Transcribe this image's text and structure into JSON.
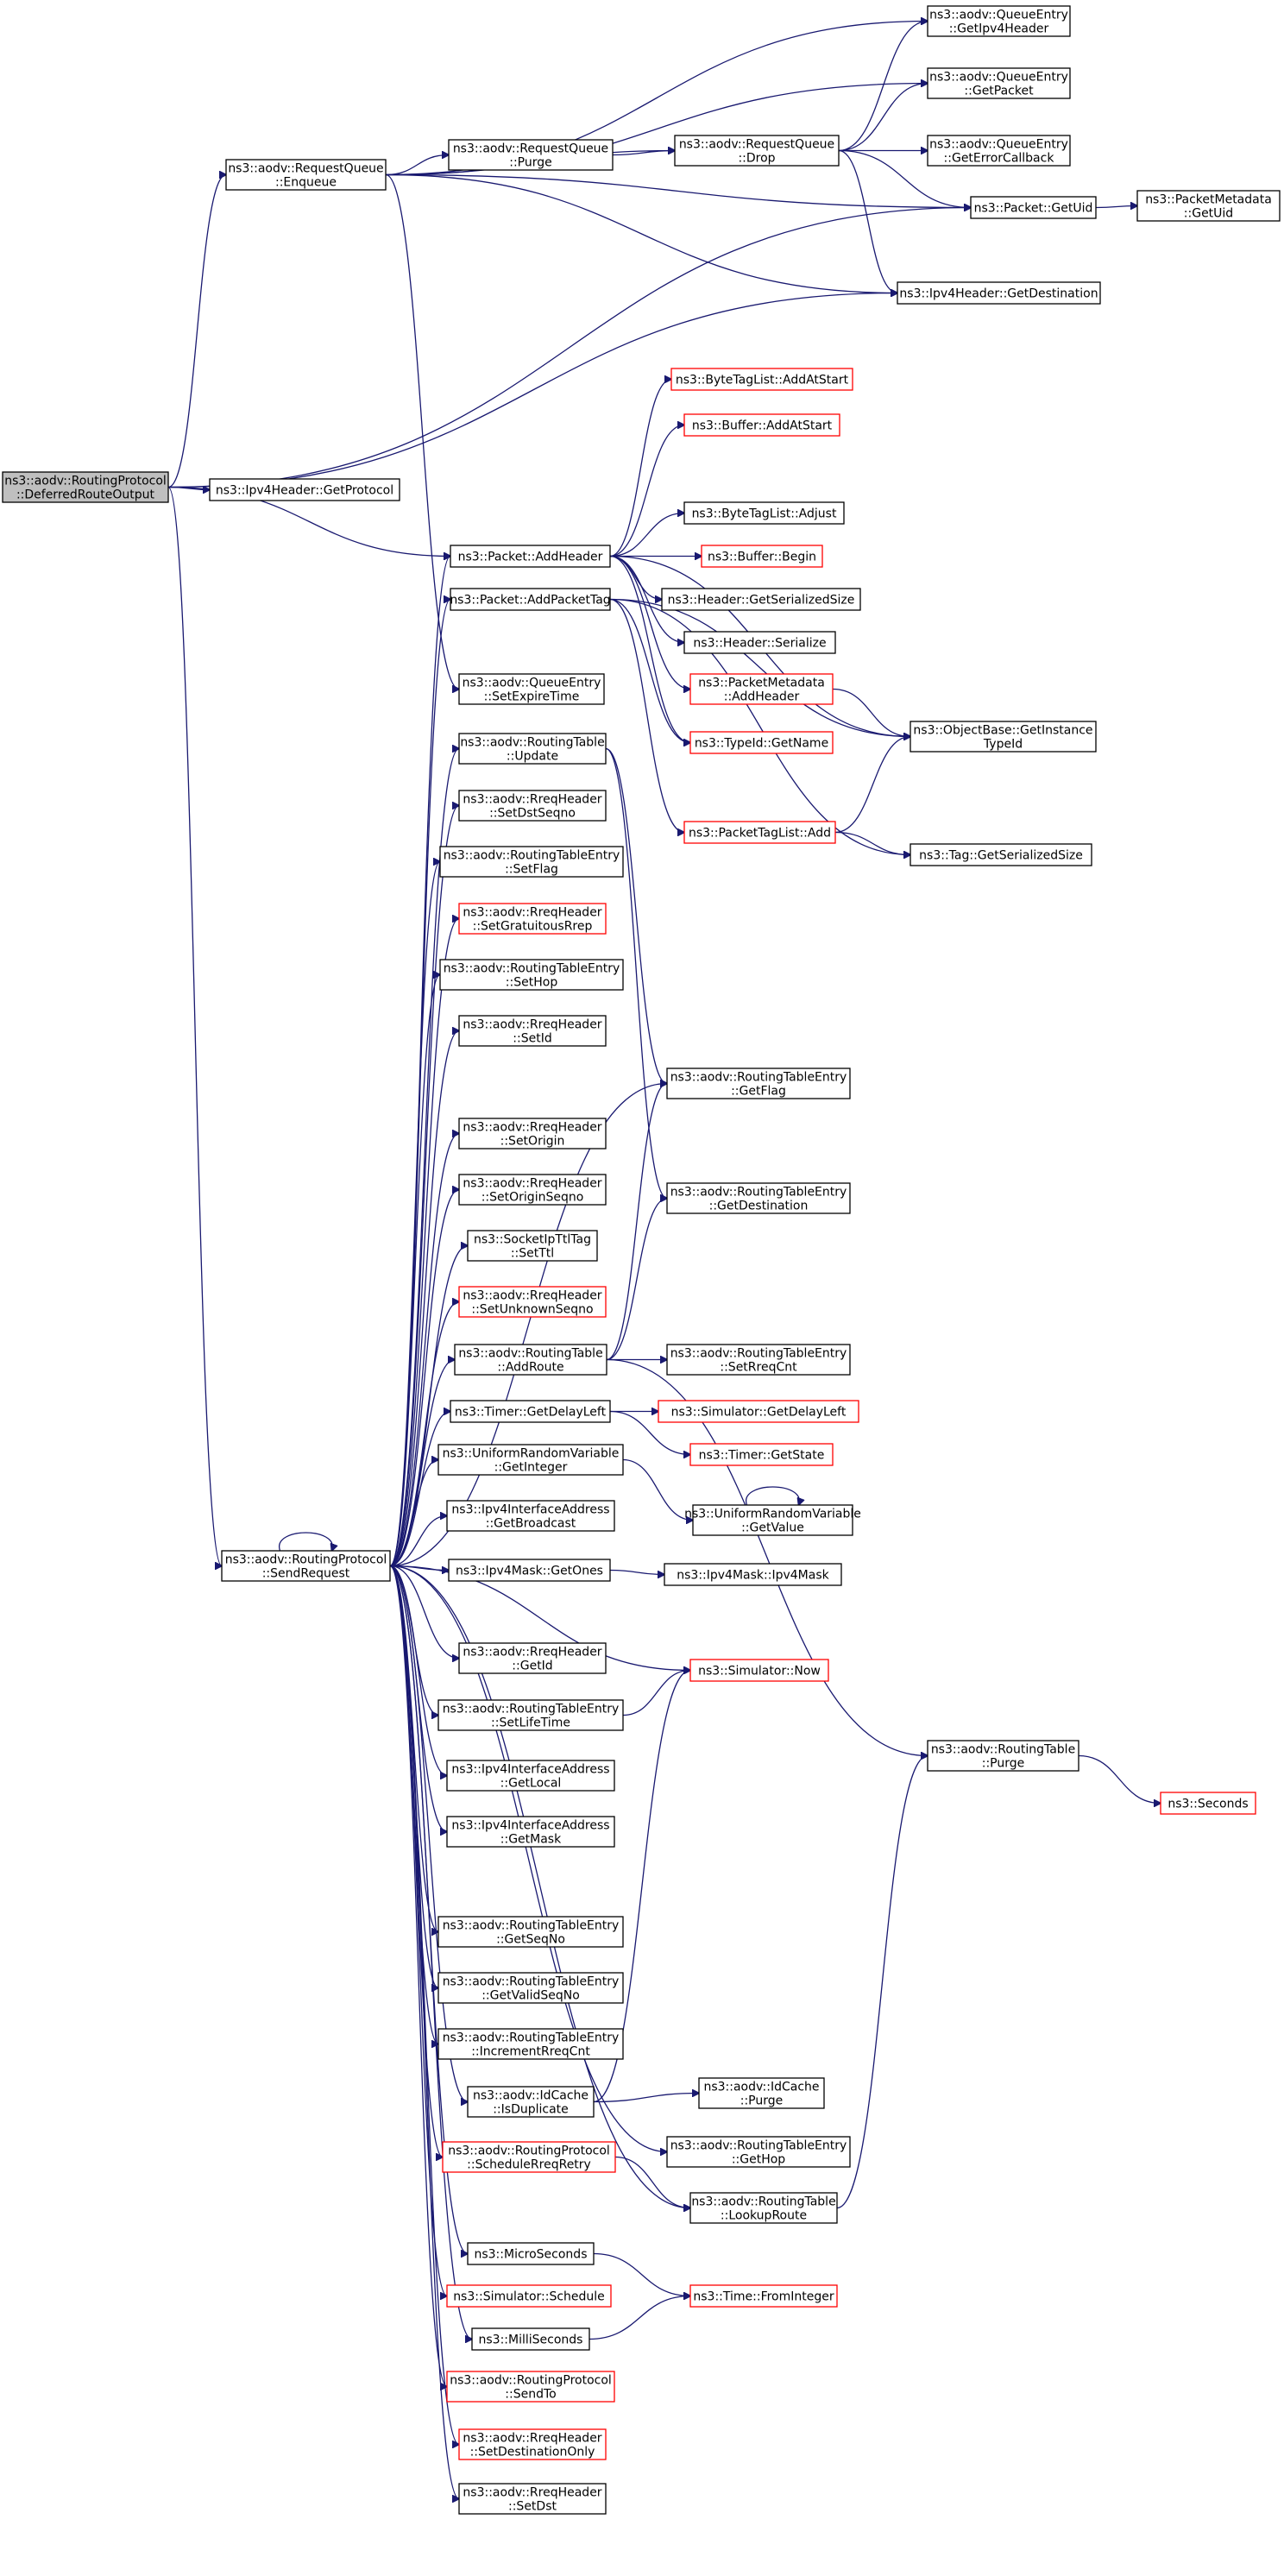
{
  "graph": {
    "type": "call-graph",
    "edge_color": "#191970",
    "missing_border_color": "#ff0000",
    "root_fill": "#bfbfbf",
    "nodes": [
      {
        "id": "DeferredRouteOutput",
        "lines": [
          "ns3::aodv::RoutingProtocol",
          "::DeferredRouteOutput"
        ],
        "root": true
      },
      {
        "id": "RQEnqueue",
        "lines": [
          "ns3::aodv::RequestQueue",
          "::Enqueue"
        ]
      },
      {
        "id": "QEGetIpv4Header",
        "lines": [
          "ns3::aodv::QueueEntry",
          "::GetIpv4Header"
        ]
      },
      {
        "id": "QEGetPacket",
        "lines": [
          "ns3::aodv::QueueEntry",
          "::GetPacket"
        ]
      },
      {
        "id": "RQPurge",
        "lines": [
          "ns3::aodv::RequestQueue",
          "::Purge"
        ]
      },
      {
        "id": "RQDrop",
        "lines": [
          "ns3::aodv::RequestQueue",
          "::Drop"
        ]
      },
      {
        "id": "QEGetErrorCallback",
        "lines": [
          "ns3::aodv::QueueEntry",
          "::GetErrorCallback"
        ]
      },
      {
        "id": "PacketGetUid",
        "lines": [
          "ns3::Packet::GetUid"
        ]
      },
      {
        "id": "PMGetUid",
        "lines": [
          "ns3::PacketMetadata",
          "::GetUid"
        ]
      },
      {
        "id": "Ipv4HGetDestination",
        "lines": [
          "ns3::Ipv4Header::GetDestination"
        ]
      },
      {
        "id": "Ipv4HGetProtocol",
        "lines": [
          "ns3::Ipv4Header::GetProtocol"
        ]
      },
      {
        "id": "BTLAddAtStart",
        "lines": [
          "ns3::ByteTagList::AddAtStart"
        ],
        "missing": true
      },
      {
        "id": "BufAddAtStart",
        "lines": [
          "ns3::Buffer::AddAtStart"
        ],
        "missing": true
      },
      {
        "id": "BTLAdjust",
        "lines": [
          "ns3::ByteTagList::Adjust"
        ]
      },
      {
        "id": "PacketAddHeader",
        "lines": [
          "ns3::Packet::AddHeader"
        ]
      },
      {
        "id": "BufBegin",
        "lines": [
          "ns3::Buffer::Begin"
        ],
        "missing": true
      },
      {
        "id": "PacketAddPacketTag",
        "lines": [
          "ns3::Packet::AddPacketTag"
        ]
      },
      {
        "id": "HGetSerializedSize",
        "lines": [
          "ns3::Header::GetSerializedSize"
        ]
      },
      {
        "id": "HSerialize",
        "lines": [
          "ns3::Header::Serialize"
        ]
      },
      {
        "id": "QESetExpireTime",
        "lines": [
          "ns3::aodv::QueueEntry",
          "::SetExpireTime"
        ]
      },
      {
        "id": "PMAddHeader",
        "lines": [
          "ns3::PacketMetadata",
          "::AddHeader"
        ],
        "missing": true
      },
      {
        "id": "OBGetInstanceTypeId",
        "lines": [
          "ns3::ObjectBase::GetInstance",
          "TypeId"
        ]
      },
      {
        "id": "TypeIdGetName",
        "lines": [
          "ns3::TypeId::GetName"
        ],
        "missing": true
      },
      {
        "id": "RTUpdate",
        "lines": [
          "ns3::aodv::RoutingTable",
          "::Update"
        ]
      },
      {
        "id": "RHSetDstSeqno",
        "lines": [
          "ns3::aodv::RreqHeader",
          "::SetDstSeqno"
        ]
      },
      {
        "id": "PTLAdd",
        "lines": [
          "ns3::PacketTagList::Add"
        ],
        "missing": true
      },
      {
        "id": "TagGetSerializedSize",
        "lines": [
          "ns3::Tag::GetSerializedSize"
        ]
      },
      {
        "id": "RTESetFlag",
        "lines": [
          "ns3::aodv::RoutingTableEntry",
          "::SetFlag"
        ]
      },
      {
        "id": "RHSetGratuitousRrep",
        "lines": [
          "ns3::aodv::RreqHeader",
          "::SetGratuitousRrep"
        ],
        "missing": true
      },
      {
        "id": "RTESetHop",
        "lines": [
          "ns3::aodv::RoutingTableEntry",
          "::SetHop"
        ]
      },
      {
        "id": "RHSetId",
        "lines": [
          "ns3::aodv::RreqHeader",
          "::SetId"
        ]
      },
      {
        "id": "RTEGetFlag",
        "lines": [
          "ns3::aodv::RoutingTableEntry",
          "::GetFlag"
        ]
      },
      {
        "id": "RHSetOrigin",
        "lines": [
          "ns3::aodv::RreqHeader",
          "::SetOrigin"
        ]
      },
      {
        "id": "RHSetOriginSeqno",
        "lines": [
          "ns3::aodv::RreqHeader",
          "::SetOriginSeqno"
        ]
      },
      {
        "id": "RTEGetDestination",
        "lines": [
          "ns3::aodv::RoutingTableEntry",
          "::GetDestination"
        ]
      },
      {
        "id": "SITSetTtl",
        "lines": [
          "ns3::SocketIpTtlTag",
          "::SetTtl"
        ]
      },
      {
        "id": "RHSetUnknownSeqno",
        "lines": [
          "ns3::aodv::RreqHeader",
          "::SetUnknownSeqno"
        ],
        "missing": true
      },
      {
        "id": "RTAddRoute",
        "lines": [
          "ns3::aodv::RoutingTable",
          "::AddRoute"
        ]
      },
      {
        "id": "RTESetRreqCnt",
        "lines": [
          "ns3::aodv::RoutingTableEntry",
          "::SetRreqCnt"
        ]
      },
      {
        "id": "TimerGetDelayLeft",
        "lines": [
          "ns3::Timer::GetDelayLeft"
        ]
      },
      {
        "id": "SimGetDelayLeft",
        "lines": [
          "ns3::Simulator::GetDelayLeft"
        ],
        "missing": true
      },
      {
        "id": "TimerGetState",
        "lines": [
          "ns3::Timer::GetState"
        ],
        "missing": true
      },
      {
        "id": "URVGetInteger",
        "lines": [
          "ns3::UniformRandomVariable",
          "::GetInteger"
        ]
      },
      {
        "id": "IIAGetBroadcast",
        "lines": [
          "ns3::Ipv4InterfaceAddress",
          "::GetBroadcast"
        ]
      },
      {
        "id": "URVGetValue",
        "lines": [
          "ns3::UniformRandomVariable",
          "::GetValue"
        ]
      },
      {
        "id": "SendRequest",
        "lines": [
          "ns3::aodv::RoutingProtocol",
          "::SendRequest"
        ]
      },
      {
        "id": "MaskGetOnes",
        "lines": [
          "ns3::Ipv4Mask::GetOnes"
        ]
      },
      {
        "id": "MaskIpv4Mask",
        "lines": [
          "ns3::Ipv4Mask::Ipv4Mask"
        ]
      },
      {
        "id": "RHGetId",
        "lines": [
          "ns3::aodv::RreqHeader",
          "::GetId"
        ]
      },
      {
        "id": "SimNow",
        "lines": [
          "ns3::Simulator::Now"
        ],
        "missing": true
      },
      {
        "id": "RTESetLifeTime",
        "lines": [
          "ns3::aodv::RoutingTableEntry",
          "::SetLifeTime"
        ]
      },
      {
        "id": "RTPurge",
        "lines": [
          "ns3::aodv::RoutingTable",
          "::Purge"
        ]
      },
      {
        "id": "Seconds",
        "lines": [
          "ns3::Seconds"
        ],
        "missing": true
      },
      {
        "id": "IIAGetLocal",
        "lines": [
          "ns3::Ipv4InterfaceAddress",
          "::GetLocal"
        ]
      },
      {
        "id": "IIAGetMask",
        "lines": [
          "ns3::Ipv4InterfaceAddress",
          "::GetMask"
        ]
      },
      {
        "id": "RTEGetSeqNo",
        "lines": [
          "ns3::aodv::RoutingTableEntry",
          "::GetSeqNo"
        ]
      },
      {
        "id": "RTEGetValidSeqNo",
        "lines": [
          "ns3::aodv::RoutingTableEntry",
          "::GetValidSeqNo"
        ]
      },
      {
        "id": "RTEIncrementRreqCnt",
        "lines": [
          "ns3::aodv::RoutingTableEntry",
          "::IncrementRreqCnt"
        ]
      },
      {
        "id": "IdCacheIsDuplicate",
        "lines": [
          "ns3::aodv::IdCache",
          "::IsDuplicate"
        ]
      },
      {
        "id": "IdCachePurge",
        "lines": [
          "ns3::aodv::IdCache",
          "::Purge"
        ]
      },
      {
        "id": "RPScheduleRreqRetry",
        "lines": [
          "ns3::aodv::RoutingProtocol",
          "::ScheduleRreqRetry"
        ],
        "missing": true
      },
      {
        "id": "RTEGetHop",
        "lines": [
          "ns3::aodv::RoutingTableEntry",
          "::GetHop"
        ]
      },
      {
        "id": "RTLookupRoute",
        "lines": [
          "ns3::aodv::RoutingTable",
          "::LookupRoute"
        ]
      },
      {
        "id": "MicroSeconds",
        "lines": [
          "ns3::MicroSeconds"
        ]
      },
      {
        "id": "SimSchedule",
        "lines": [
          "ns3::Simulator::Schedule"
        ],
        "missing": true
      },
      {
        "id": "TimeFromInteger",
        "lines": [
          "ns3::Time::FromInteger"
        ],
        "missing": true
      },
      {
        "id": "MilliSeconds",
        "lines": [
          "ns3::MilliSeconds"
        ]
      },
      {
        "id": "RPSendTo",
        "lines": [
          "ns3::aodv::RoutingProtocol",
          "::SendTo"
        ],
        "missing": true
      },
      {
        "id": "RHSetDestinationOnly",
        "lines": [
          "ns3::aodv::RreqHeader",
          "::SetDestinationOnly"
        ],
        "missing": true
      },
      {
        "id": "RHSetDst",
        "lines": [
          "ns3::aodv::RreqHeader",
          "::SetDst"
        ]
      }
    ],
    "edges": [
      [
        "DeferredRouteOutput",
        "RQEnqueue"
      ],
      [
        "DeferredRouteOutput",
        "PacketGetUid"
      ],
      [
        "DeferredRouteOutput",
        "Ipv4HGetDestination"
      ],
      [
        "DeferredRouteOutput",
        "Ipv4HGetProtocol"
      ],
      [
        "DeferredRouteOutput",
        "PacketAddHeader"
      ],
      [
        "DeferredRouteOutput",
        "SendRequest"
      ],
      [
        "RQEnqueue",
        "QEGetIpv4Header"
      ],
      [
        "RQEnqueue",
        "QEGetPacket"
      ],
      [
        "RQEnqueue",
        "RQPurge"
      ],
      [
        "RQEnqueue",
        "RQDrop"
      ],
      [
        "RQEnqueue",
        "PacketGetUid"
      ],
      [
        "RQEnqueue",
        "Ipv4HGetDestination"
      ],
      [
        "RQEnqueue",
        "QESetExpireTime"
      ],
      [
        "RQPurge",
        "RQDrop"
      ],
      [
        "RQDrop",
        "QEGetIpv4Header"
      ],
      [
        "RQDrop",
        "QEGetPacket"
      ],
      [
        "RQDrop",
        "QEGetErrorCallback"
      ],
      [
        "RQDrop",
        "PacketGetUid"
      ],
      [
        "RQDrop",
        "Ipv4HGetDestination"
      ],
      [
        "PacketGetUid",
        "PMGetUid"
      ],
      [
        "PacketAddHeader",
        "BTLAddAtStart"
      ],
      [
        "PacketAddHeader",
        "BufAddAtStart"
      ],
      [
        "PacketAddHeader",
        "BTLAdjust"
      ],
      [
        "PacketAddHeader",
        "BufBegin"
      ],
      [
        "PacketAddHeader",
        "HGetSerializedSize"
      ],
      [
        "PacketAddHeader",
        "HSerialize"
      ],
      [
        "PacketAddHeader",
        "PMAddHeader"
      ],
      [
        "PacketAddHeader",
        "OBGetInstanceTypeId"
      ],
      [
        "PacketAddHeader",
        "TypeIdGetName"
      ],
      [
        "PacketAddPacketTag",
        "PTLAdd"
      ],
      [
        "PacketAddPacketTag",
        "TagGetSerializedSize"
      ],
      [
        "PacketAddPacketTag",
        "OBGetInstanceTypeId"
      ],
      [
        "PacketAddPacketTag",
        "TypeIdGetName"
      ],
      [
        "PMAddHeader",
        "OBGetInstanceTypeId"
      ],
      [
        "PTLAdd",
        "OBGetInstanceTypeId"
      ],
      [
        "PTLAdd",
        "TagGetSerializedSize"
      ],
      [
        "RTUpdate",
        "RTEGetFlag"
      ],
      [
        "RTUpdate",
        "RTEGetDestination"
      ],
      [
        "RTAddRoute",
        "RTEGetFlag"
      ],
      [
        "RTAddRoute",
        "RTEGetDestination"
      ],
      [
        "RTAddRoute",
        "RTESetRreqCnt"
      ],
      [
        "RTAddRoute",
        "RTPurge"
      ],
      [
        "TimerGetDelayLeft",
        "SimGetDelayLeft"
      ],
      [
        "TimerGetDelayLeft",
        "TimerGetState"
      ],
      [
        "URVGetInteger",
        "URVGetValue"
      ],
      [
        "URVGetValue",
        "URVGetValue"
      ],
      [
        "MaskGetOnes",
        "MaskIpv4Mask"
      ],
      [
        "RTESetLifeTime",
        "SimNow"
      ],
      [
        "IdCacheIsDuplicate",
        "IdCachePurge"
      ],
      [
        "IdCacheIsDuplicate",
        "SimNow"
      ],
      [
        "RPScheduleRreqRetry",
        "RTLookupRoute"
      ],
      [
        "RTLookupRoute",
        "RTPurge"
      ],
      [
        "RTPurge",
        "Seconds"
      ],
      [
        "MicroSeconds",
        "TimeFromInteger"
      ],
      [
        "MilliSeconds",
        "TimeFromInteger"
      ],
      [
        "SendRequest",
        "PacketAddHeader"
      ],
      [
        "SendRequest",
        "PacketAddPacketTag"
      ],
      [
        "SendRequest",
        "RTUpdate"
      ],
      [
        "SendRequest",
        "RHSetDstSeqno"
      ],
      [
        "SendRequest",
        "RTESetFlag"
      ],
      [
        "SendRequest",
        "RHSetGratuitousRrep"
      ],
      [
        "SendRequest",
        "RTESetHop"
      ],
      [
        "SendRequest",
        "RHSetId"
      ],
      [
        "SendRequest",
        "RTEGetFlag"
      ],
      [
        "SendRequest",
        "RHSetOrigin"
      ],
      [
        "SendRequest",
        "RHSetOriginSeqno"
      ],
      [
        "SendRequest",
        "SITSetTtl"
      ],
      [
        "SendRequest",
        "RHSetUnknownSeqno"
      ],
      [
        "SendRequest",
        "RTAddRoute"
      ],
      [
        "SendRequest",
        "TimerGetDelayLeft"
      ],
      [
        "SendRequest",
        "URVGetInteger"
      ],
      [
        "SendRequest",
        "IIAGetBroadcast"
      ],
      [
        "SendRequest",
        "SendRequest"
      ],
      [
        "SendRequest",
        "MaskGetOnes"
      ],
      [
        "SendRequest",
        "RHGetId"
      ],
      [
        "SendRequest",
        "SimNow"
      ],
      [
        "SendRequest",
        "RTESetLifeTime"
      ],
      [
        "SendRequest",
        "IIAGetLocal"
      ],
      [
        "SendRequest",
        "IIAGetMask"
      ],
      [
        "SendRequest",
        "RTEGetSeqNo"
      ],
      [
        "SendRequest",
        "RTEGetValidSeqNo"
      ],
      [
        "SendRequest",
        "RTEIncrementRreqCnt"
      ],
      [
        "SendRequest",
        "IdCacheIsDuplicate"
      ],
      [
        "SendRequest",
        "RPScheduleRreqRetry"
      ],
      [
        "SendRequest",
        "RTEGetHop"
      ],
      [
        "SendRequest",
        "RTLookupRoute"
      ],
      [
        "SendRequest",
        "MicroSeconds"
      ],
      [
        "SendRequest",
        "SimSchedule"
      ],
      [
        "SendRequest",
        "MilliSeconds"
      ],
      [
        "SendRequest",
        "RPSendTo"
      ],
      [
        "SendRequest",
        "RHSetDestinationOnly"
      ],
      [
        "SendRequest",
        "RHSetDst"
      ]
    ]
  }
}
